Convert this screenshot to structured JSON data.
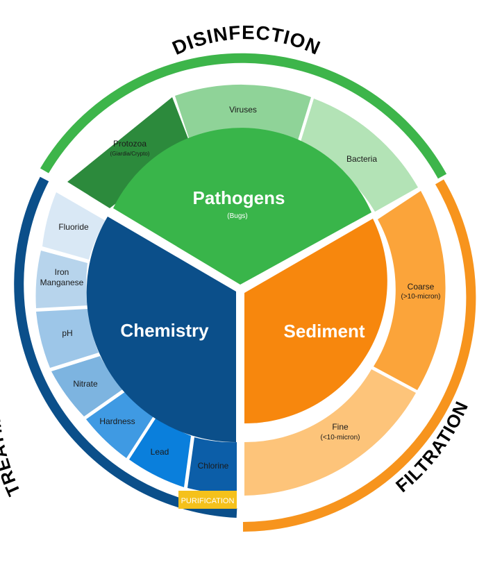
{
  "rings": {
    "disinfection": "DISINFECTION",
    "treatment": "TREATMENT",
    "filtration": "FILTRATION"
  },
  "cores": {
    "pathogens": {
      "title": "Pathogens",
      "subtitle": "(Bugs)"
    },
    "chemistry": {
      "title": "Chemistry",
      "subtitle": ""
    },
    "sediment": {
      "title": "Sediment",
      "subtitle": ""
    }
  },
  "segments": {
    "protozoa": {
      "line1": "Protozoa",
      "line2": "(Giardia/Crypto)"
    },
    "viruses": {
      "line1": "Viruses"
    },
    "bacteria": {
      "line1": "Bacteria"
    },
    "coarse": {
      "line1": "Coarse",
      "line2": "(>10-micron)"
    },
    "fine": {
      "line1": "Fine",
      "line2": "(<10-micron)"
    },
    "fluoride": {
      "line1": "Fluoride"
    },
    "iron": {
      "line1": "Iron",
      "line2": "Manganese"
    },
    "ph": {
      "line1": "pH"
    },
    "nitrate": {
      "line1": "Nitrate"
    },
    "hardness": {
      "line1": "Hardness"
    },
    "lead": {
      "line1": "Lead"
    },
    "chlorine": {
      "line1": "Chlorine"
    }
  },
  "badge": {
    "label": "PURIFICATION"
  },
  "colors": {
    "green_ring": "#3db54a",
    "green_core": "#39b54a",
    "protozoa": "#2c8a3c",
    "viruses": "#8fd398",
    "bacteria": "#b3e3b6",
    "blue_ring": "#0b4f8a",
    "blue_core": "#0b4f8a",
    "orange_ring": "#f7941d",
    "orange_core": "#f7870d",
    "coarse": "#fba43a",
    "fine": "#fdc47a",
    "fluoride": "#d9e8f5",
    "iron": "#b7d4ec",
    "ph": "#9dc6e8",
    "nitrate": "#7db4e0",
    "hardness": "#3f9ae3",
    "lead": "#0a7fdc",
    "chlorine": "#0c5ea8",
    "badge": "#f5c11b"
  }
}
